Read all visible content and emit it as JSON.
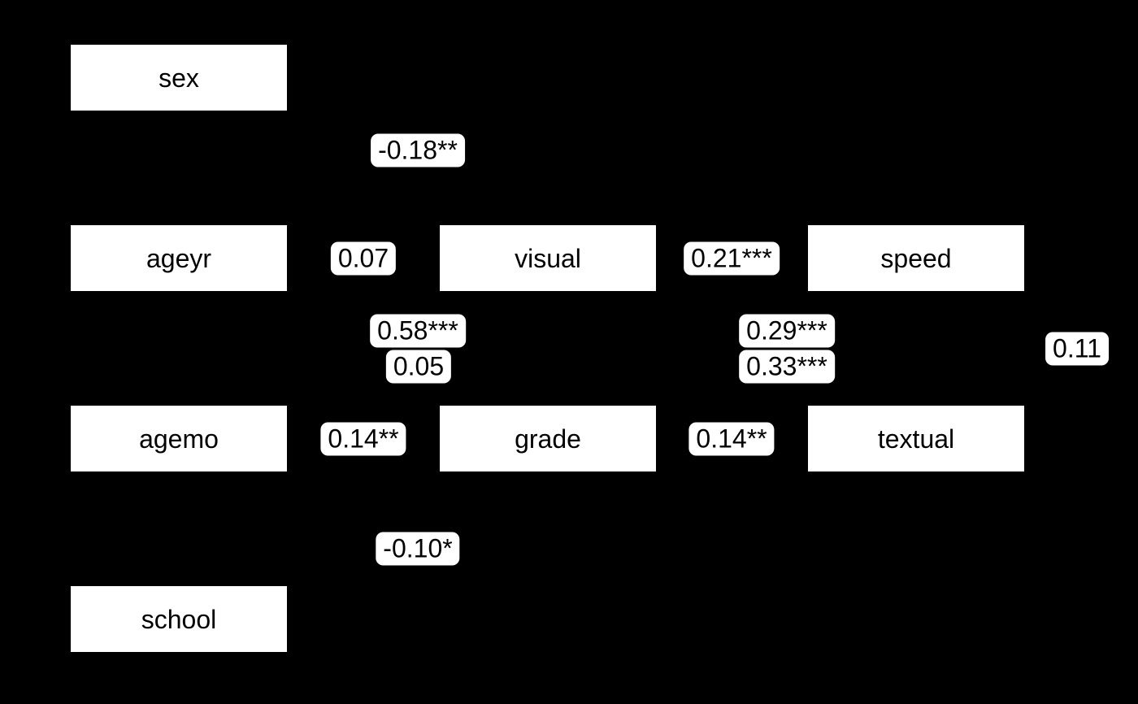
{
  "figure": {
    "kind": "path-diagram",
    "background_color": "#000000",
    "node_fill_color": "#ffffff",
    "node_border_color": "#000000",
    "label_fill_color": "#ffffff",
    "text_color": "#000000",
    "nodes": [
      {
        "label": "sex"
      },
      {
        "label": "ageyr"
      },
      {
        "label": "visual"
      },
      {
        "label": "speed"
      },
      {
        "label": "agemo"
      },
      {
        "label": "grade"
      },
      {
        "label": "textual"
      },
      {
        "label": "school"
      }
    ],
    "edge_labels": [
      {
        "text": "-0.18**"
      },
      {
        "text": "0.07"
      },
      {
        "text": "0.21***"
      },
      {
        "text": "0.58***"
      },
      {
        "text": "0.05"
      },
      {
        "text": "0.29***"
      },
      {
        "text": "0.33***"
      },
      {
        "text": "0.11"
      },
      {
        "text": "0.14**"
      },
      {
        "text": "0.14**"
      },
      {
        "text": "-0.10*"
      }
    ]
  }
}
